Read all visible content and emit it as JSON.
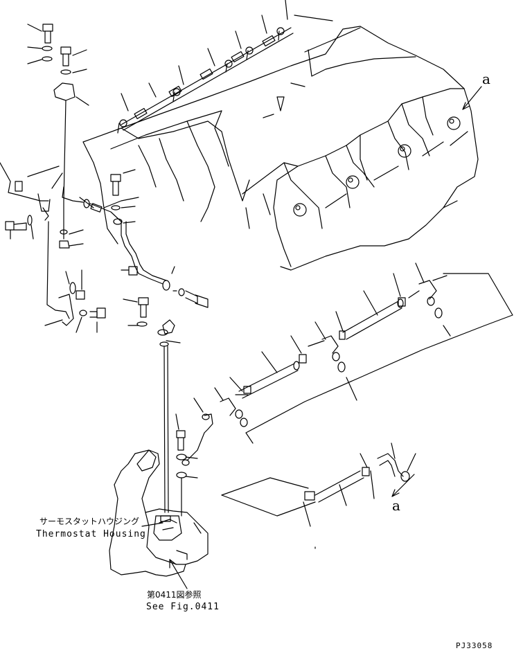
{
  "labels": {
    "thermostat_jp": "サーモスタットハウジング",
    "thermostat_en": "Thermostat Housing",
    "see_fig_jp": "第0411図参照",
    "see_fig_en": "See Fig.0411",
    "ref_a_top": "a",
    "ref_a_bottom": "a",
    "drawing_no": "PJ33058"
  }
}
